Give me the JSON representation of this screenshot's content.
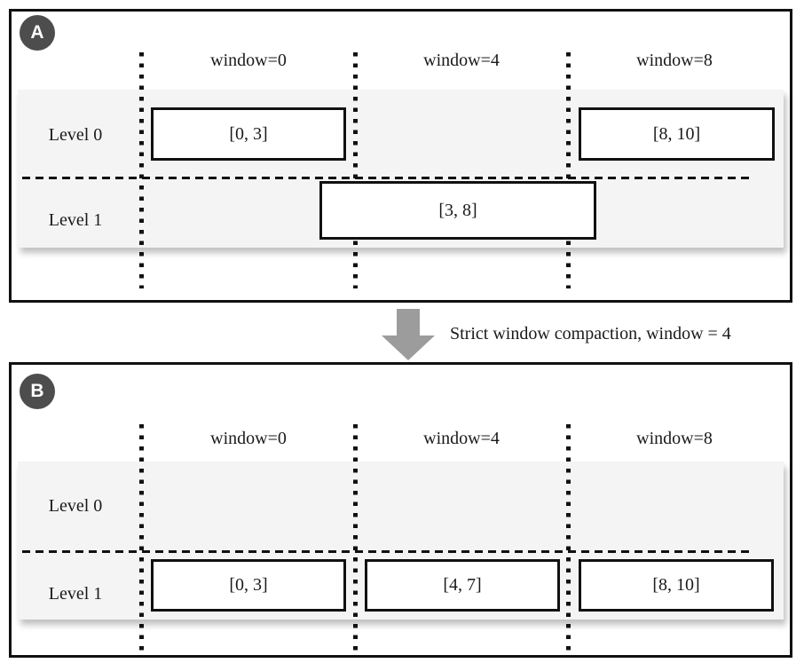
{
  "panel_a": {
    "badge_label": "A",
    "window_labels": [
      "window=0",
      "window=4",
      "window=8"
    ],
    "row_labels": [
      "Level 0",
      "Level 1"
    ],
    "sstables": {
      "level0": [
        "[0, 3]",
        "[8, 10]"
      ],
      "level1": [
        "[3, 8]"
      ]
    }
  },
  "transition": {
    "caption": "Strict window compaction, window = 4"
  },
  "panel_b": {
    "badge_label": "B",
    "window_labels": [
      "window=0",
      "window=4",
      "window=8"
    ],
    "row_labels": [
      "Level 0",
      "Level 1"
    ],
    "sstables": {
      "level0": [],
      "level1": [
        "[0, 3]",
        "[4, 7]",
        "[8, 10]"
      ]
    }
  },
  "colors": {
    "panel_border": "#111111",
    "grid_line": "#111111",
    "row_band": "#f4f4f4",
    "badge_background": "#4d4d4d",
    "badge_text": "#ffffff",
    "arrow": "#9c9c9c",
    "box_background": "#ffffff",
    "text": "#1a1a1a"
  }
}
